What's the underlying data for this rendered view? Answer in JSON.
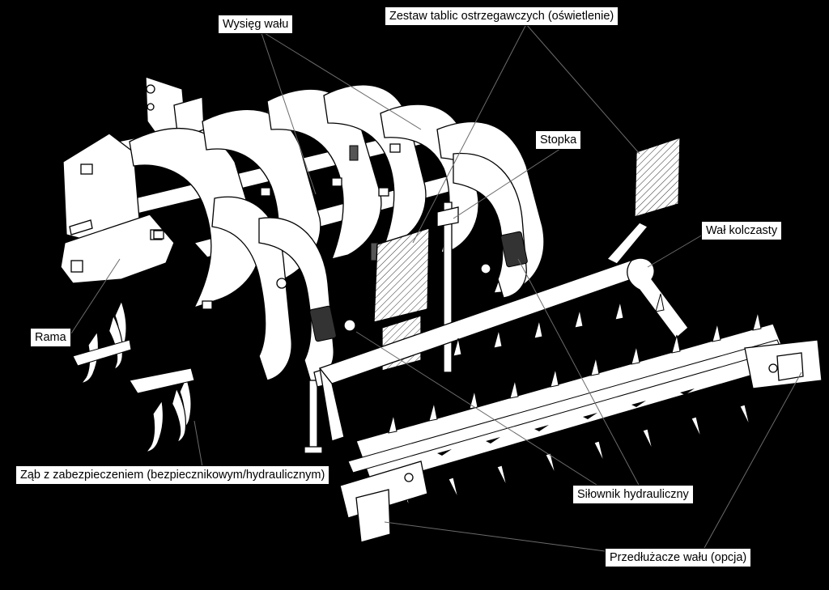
{
  "diagram": {
    "labels": {
      "wysieg": "Wysięg wału",
      "zestaw": "Zestaw tablic ostrzegawczych (oświetlenie)",
      "stopka": "Stopka",
      "wal_kolczasty": "Wał kolczasty",
      "rama": "Rama",
      "zab": "Ząb z zabezpieczeniem (bezpiecznikowym/hydraulicznym)",
      "silownik": "Siłownik hydrauliczny",
      "przedluzacze": "Przedłużacze wału (opcja)"
    },
    "colors": {
      "background": "#000000",
      "machine_fill": "#ffffff",
      "outline": "#000000",
      "leader_line": "#6b6b6b"
    }
  }
}
